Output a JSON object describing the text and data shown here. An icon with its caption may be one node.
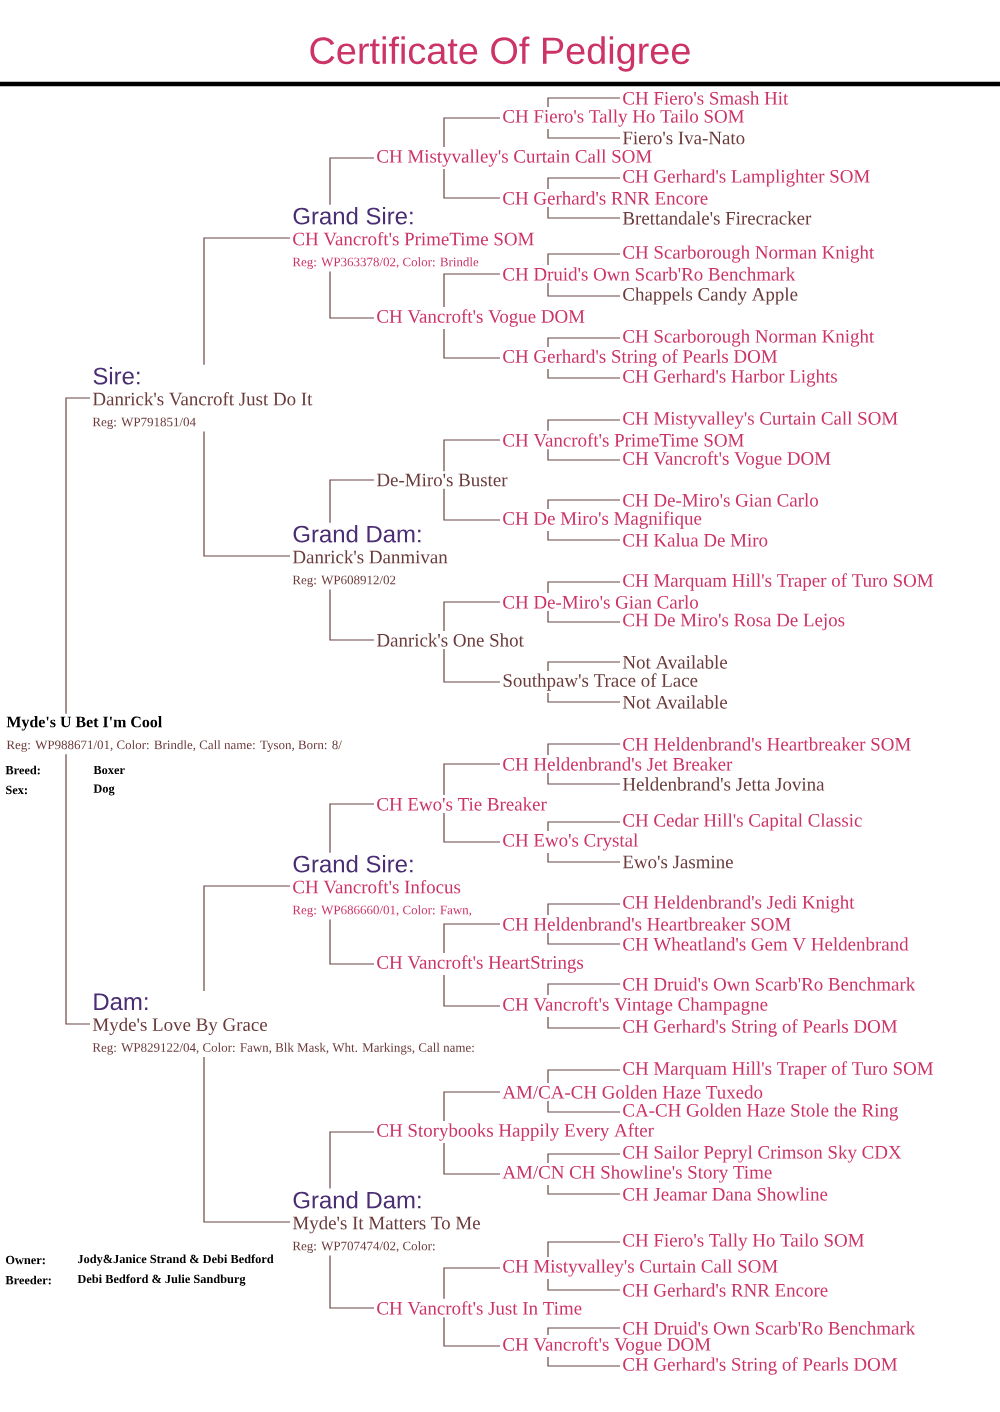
{
  "diagram": {
    "title": "Certificate Of Pedigree",
    "nodes": [
      {
        "text": [
          "CH Fiero's Smash Hit"
        ]
      },
      {
        "text": [
          "CH Fiero's Tally Ho Tailo SOM"
        ]
      },
      {
        "text": [
          "Fiero's Iva-Nato"
        ]
      },
      {
        "text": [
          "CH Mistyvalley's Curtain Call SOM"
        ]
      },
      {
        "text": [
          "CH Gerhard's Lamplighter SOM"
        ]
      },
      {
        "text": [
          "CH Gerhard's RNR Encore"
        ]
      },
      {
        "text": [
          "Brettandale's Firecracker"
        ]
      },
      {
        "text": [
          "Grand Sire:",
          "CH Vancroft's PrimeTime SOM",
          "Reg: WP363378/02, Color: Brindle"
        ]
      },
      {
        "text": [
          "CH Scarborough Norman Knight"
        ]
      },
      {
        "text": [
          "CH Druid's Own Scarb'Ro Benchmark"
        ]
      },
      {
        "text": [
          "CH Vancroft's Vogue DOM"
        ]
      },
      {
        "text": [
          "Chappels Candy Apple"
        ]
      },
      {
        "text": [
          "CH Scarborough Norman Knight"
        ]
      },
      {
        "text": [
          "CH Gerhard's String of Pearls DOM"
        ]
      },
      {
        "text": [
          "CH Gerhard's Harbor Lights"
        ]
      },
      {
        "text": [
          "Sire:",
          "Danrick's Vancroft Just Do It",
          "Reg: WP791851/04"
        ]
      },
      {
        "text": [
          "CH Mistyvalley's Curtain Call SOM"
        ]
      },
      {
        "text": [
          "CH Vancroft's PrimeTime SOM"
        ]
      },
      {
        "text": [
          "CH Vancroft's Vogue DOM"
        ]
      },
      {
        "text": [
          "De-Miro's Buster"
        ]
      },
      {
        "text": [
          "CH De-Miro's Gian Carlo"
        ]
      },
      {
        "text": [
          "CH De Miro's Magnifique"
        ]
      },
      {
        "text": [
          "CH Kalua De Miro"
        ]
      },
      {
        "text": [
          "Grand Dam:",
          "Danrick's Danmivan",
          "Reg: WP608912/02"
        ]
      },
      {
        "text": [
          "CH Marquam Hill's Traper of Turo SOM"
        ]
      },
      {
        "text": [
          "CH De-Miro's Gian Carlo"
        ]
      },
      {
        "text": [
          "CH De Miro's Rosa De Lejos"
        ]
      },
      {
        "text": [
          "Danrick's One Shot"
        ]
      },
      {
        "text": [
          "Not Available"
        ]
      },
      {
        "text": [
          "Southpaw's Trace of Lace"
        ]
      },
      {
        "text": [
          "Not Available"
        ]
      },
      {
        "text": [
          "Myde's U Bet I'm Cool",
          "Reg: WP988671/01, Color: Brindle, Call name: Tyson, Born: 8/"
        ]
      },
      {
        "text": [
          "CH Heldenbrand's Heartbreaker SOM"
        ]
      },
      {
        "text": [
          "CH Heldenbrand's Jet Breaker"
        ]
      },
      {
        "text": [
          "Heldenbrand's Jetta Jovina"
        ]
      },
      {
        "text": [
          "CH Ewo's Tie Breaker"
        ]
      },
      {
        "text": [
          "CH Cedar Hill's Capital Classic"
        ]
      },
      {
        "text": [
          "CH Ewo's Crystal"
        ]
      },
      {
        "text": [
          "Ewo's Jasmine"
        ]
      },
      {
        "text": [
          "Grand Sire:",
          "CH Vancroft's Infocus",
          "Reg: WP686660/01, Color: Fawn,"
        ]
      },
      {
        "text": [
          "CH Heldenbrand's Jedi Knight"
        ]
      },
      {
        "text": [
          "CH Heldenbrand's Heartbreaker SOM"
        ]
      },
      {
        "text": [
          "CH Wheatland's Gem V Heldenbrand"
        ]
      },
      {
        "text": [
          "CH Vancroft's HeartStrings"
        ]
      },
      {
        "text": [
          "CH Druid's Own Scarb'Ro Benchmark"
        ]
      },
      {
        "text": [
          "CH Vancroft's Vintage Champagne"
        ]
      },
      {
        "text": [
          "Dam:",
          "Myde's Love By Grace",
          "Reg: WP829122/04, Color: Fawn, Blk Mask, Wht. Markings, Call name:"
        ]
      },
      {
        "text": [
          "CH Gerhard's String of Pearls DOM"
        ]
      },
      {
        "text": [
          "CH Marquam Hill's Traper of Turo SOM"
        ]
      },
      {
        "text": [
          "AM/CA-CH Golden Haze Tuxedo"
        ]
      },
      {
        "text": [
          "CA-CH Golden Haze Stole the Ring"
        ]
      },
      {
        "text": [
          "CH Storybooks Happily Every After"
        ]
      },
      {
        "text": [
          "CH Sailor Pepryl Crimson Sky CDX"
        ]
      },
      {
        "text": [
          "AM/CN CH Showline's Story Time"
        ]
      },
      {
        "text": [
          "CH Jeamar Dana Showline"
        ]
      },
      {
        "text": [
          "Grand Dam:",
          "Myde's It Matters To Me",
          "Reg: WP707474/02, Color:"
        ]
      },
      {
        "text": [
          "CH Fiero's Tally Ho Tailo SOM"
        ]
      },
      {
        "text": [
          "CH Mistyvalley's Curtain Call SOM"
        ]
      },
      {
        "text": [
          "CH Gerhard's RNR Encore"
        ]
      },
      {
        "text": [
          "CH Vancroft's Just In Time"
        ]
      },
      {
        "text": [
          "CH Druid's Own Scarb'Ro Benchmark"
        ]
      },
      {
        "text": [
          "CH Vancroft's Vogue DOM"
        ]
      },
      {
        "text": [
          "CH Gerhard's String of Pearls DOM"
        ]
      }
    ],
    "edges": [
      {
        "from": 31,
        "to": 15,
        "arrow": "none"
      },
      {
        "from": 31,
        "to": 46,
        "arrow": "none"
      },
      {
        "from": 15,
        "to": 7,
        "arrow": "none"
      },
      {
        "from": 15,
        "to": 23,
        "arrow": "none"
      },
      {
        "from": 46,
        "to": 39,
        "arrow": "none"
      },
      {
        "from": 46,
        "to": 55,
        "arrow": "none"
      },
      {
        "from": 7,
        "to": 3,
        "arrow": "none"
      },
      {
        "from": 7,
        "to": 10,
        "arrow": "none"
      },
      {
        "from": 23,
        "to": 19,
        "arrow": "none"
      },
      {
        "from": 23,
        "to": 27,
        "arrow": "none"
      },
      {
        "from": 39,
        "to": 35,
        "arrow": "none"
      },
      {
        "from": 39,
        "to": 43,
        "arrow": "none"
      },
      {
        "from": 55,
        "to": 51,
        "arrow": "none"
      },
      {
        "from": 55,
        "to": 59,
        "arrow": "none"
      },
      {
        "from": 3,
        "to": 1,
        "arrow": "none"
      },
      {
        "from": 3,
        "to": 5,
        "arrow": "none"
      },
      {
        "from": 10,
        "to": 9,
        "arrow": "none"
      },
      {
        "from": 10,
        "to": 13,
        "arrow": "none"
      },
      {
        "from": 19,
        "to": 17,
        "arrow": "none"
      },
      {
        "from": 19,
        "to": 21,
        "arrow": "none"
      },
      {
        "from": 27,
        "to": 25,
        "arrow": "none"
      },
      {
        "from": 27,
        "to": 29,
        "arrow": "none"
      },
      {
        "from": 35,
        "to": 33,
        "arrow": "none"
      },
      {
        "from": 35,
        "to": 37,
        "arrow": "none"
      },
      {
        "from": 43,
        "to": 41,
        "arrow": "none"
      },
      {
        "from": 43,
        "to": 45,
        "arrow": "none"
      },
      {
        "from": 51,
        "to": 49,
        "arrow": "none"
      },
      {
        "from": 51,
        "to": 53,
        "arrow": "none"
      },
      {
        "from": 59,
        "to": 57,
        "arrow": "none"
      },
      {
        "from": 59,
        "to": 61,
        "arrow": "none"
      },
      {
        "from": 1,
        "to": 0,
        "arrow": "none"
      },
      {
        "from": 1,
        "to": 2,
        "arrow": "none"
      },
      {
        "from": 5,
        "to": 4,
        "arrow": "none"
      },
      {
        "from": 5,
        "to": 6,
        "arrow": "none"
      },
      {
        "from": 9,
        "to": 8,
        "arrow": "none"
      },
      {
        "from": 9,
        "to": 11,
        "arrow": "none"
      },
      {
        "from": 13,
        "to": 12,
        "arrow": "none"
      },
      {
        "from": 13,
        "to": 14,
        "arrow": "none"
      },
      {
        "from": 17,
        "to": 16,
        "arrow": "none"
      },
      {
        "from": 17,
        "to": 18,
        "arrow": "none"
      },
      {
        "from": 21,
        "to": 20,
        "arrow": "none"
      },
      {
        "from": 21,
        "to": 22,
        "arrow": "none"
      },
      {
        "from": 25,
        "to": 24,
        "arrow": "none"
      },
      {
        "from": 25,
        "to": 26,
        "arrow": "none"
      },
      {
        "from": 29,
        "to": 28,
        "arrow": "none"
      },
      {
        "from": 29,
        "to": 30,
        "arrow": "none"
      },
      {
        "from": 33,
        "to": 32,
        "arrow": "none"
      },
      {
        "from": 33,
        "to": 34,
        "arrow": "none"
      },
      {
        "from": 37,
        "to": 36,
        "arrow": "none"
      },
      {
        "from": 37,
        "to": 38,
        "arrow": "none"
      },
      {
        "from": 41,
        "to": 40,
        "arrow": "none"
      },
      {
        "from": 41,
        "to": 42,
        "arrow": "none"
      },
      {
        "from": 45,
        "to": 44,
        "arrow": "none"
      },
      {
        "from": 45,
        "to": 47,
        "arrow": "none"
      },
      {
        "from": 49,
        "to": 48,
        "arrow": "none"
      },
      {
        "from": 49,
        "to": 50,
        "arrow": "none"
      },
      {
        "from": 53,
        "to": 52,
        "arrow": "none"
      },
      {
        "from": 53,
        "to": 54,
        "arrow": "none"
      },
      {
        "from": 57,
        "to": 56,
        "arrow": "none"
      },
      {
        "from": 57,
        "to": 58,
        "arrow": "none"
      },
      {
        "from": 61,
        "to": 60,
        "arrow": "none"
      },
      {
        "from": 61,
        "to": 62,
        "arrow": "none"
      }
    ],
    "labels": [
      "Breed:",
      "Boxer",
      "Sex:",
      "Dog",
      "Owner:",
      "Jody&Janice Strand & Debi Bedford",
      "Breeder:",
      "Debi Bedford & Julie Sandburg"
    ]
  }
}
